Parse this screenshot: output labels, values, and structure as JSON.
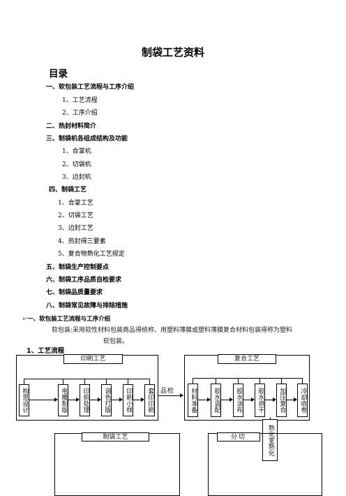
{
  "doc": {
    "title": "制袋工艺资料",
    "toc_heading": "目录"
  },
  "toc": {
    "s1": "一、软包装工艺流程与工序介绍",
    "s1_1": "1、工艺流程",
    "s1_2": "2、工序介绍",
    "s2": "二、热封材料简介",
    "s3": "三、制袋机各组成结构及功能",
    "s3_1": "1、合掌机",
    "s3_2": "2、切袋机",
    "s3_3": "3、边封机",
    "s4": "四、制袋工艺",
    "s4_1": "1、合掌工艺",
    "s4_2": "2、切袋工艺",
    "s4_3": "3、边封工艺",
    "s4_4": "4、热封得三要素",
    "s4_5": "5、复合物熟化工艺规定",
    "s5": "五、制袋生产控制要点",
    "s6": "六、制袋工序品质自检要求",
    "s7": "七、制袋品质量要求",
    "s8": "八、制袋常见故障与排除措施"
  },
  "section1": {
    "mark": "↵",
    "heading": "一、软包装工艺流程与工序介绍",
    "paragraph_line1": "软包装:采用软性材料包装商品得统称、用塑料薄膜或塑料薄膜复合材料包装得称为塑料",
    "paragraph_line2": "软包装。",
    "subheading": "1、工艺流程"
  },
  "flow": {
    "printing_label": "印刷工艺",
    "printing_steps": [
      "构思设计",
      "电雕制版",
      "印前处理",
      "调色打版",
      "印刷小样",
      "套印印刷"
    ],
    "inspection": "品检",
    "lamination_label": "复合工艺",
    "lamination_steps": [
      "材料准备",
      "胶水调配",
      "胶水涂布",
      "胶水烘干",
      "加压复合",
      "冷却收卷"
    ],
    "curing": "熟化室熟化",
    "bagmaking_label": "制袋工艺",
    "slitting_label": "分切"
  }
}
